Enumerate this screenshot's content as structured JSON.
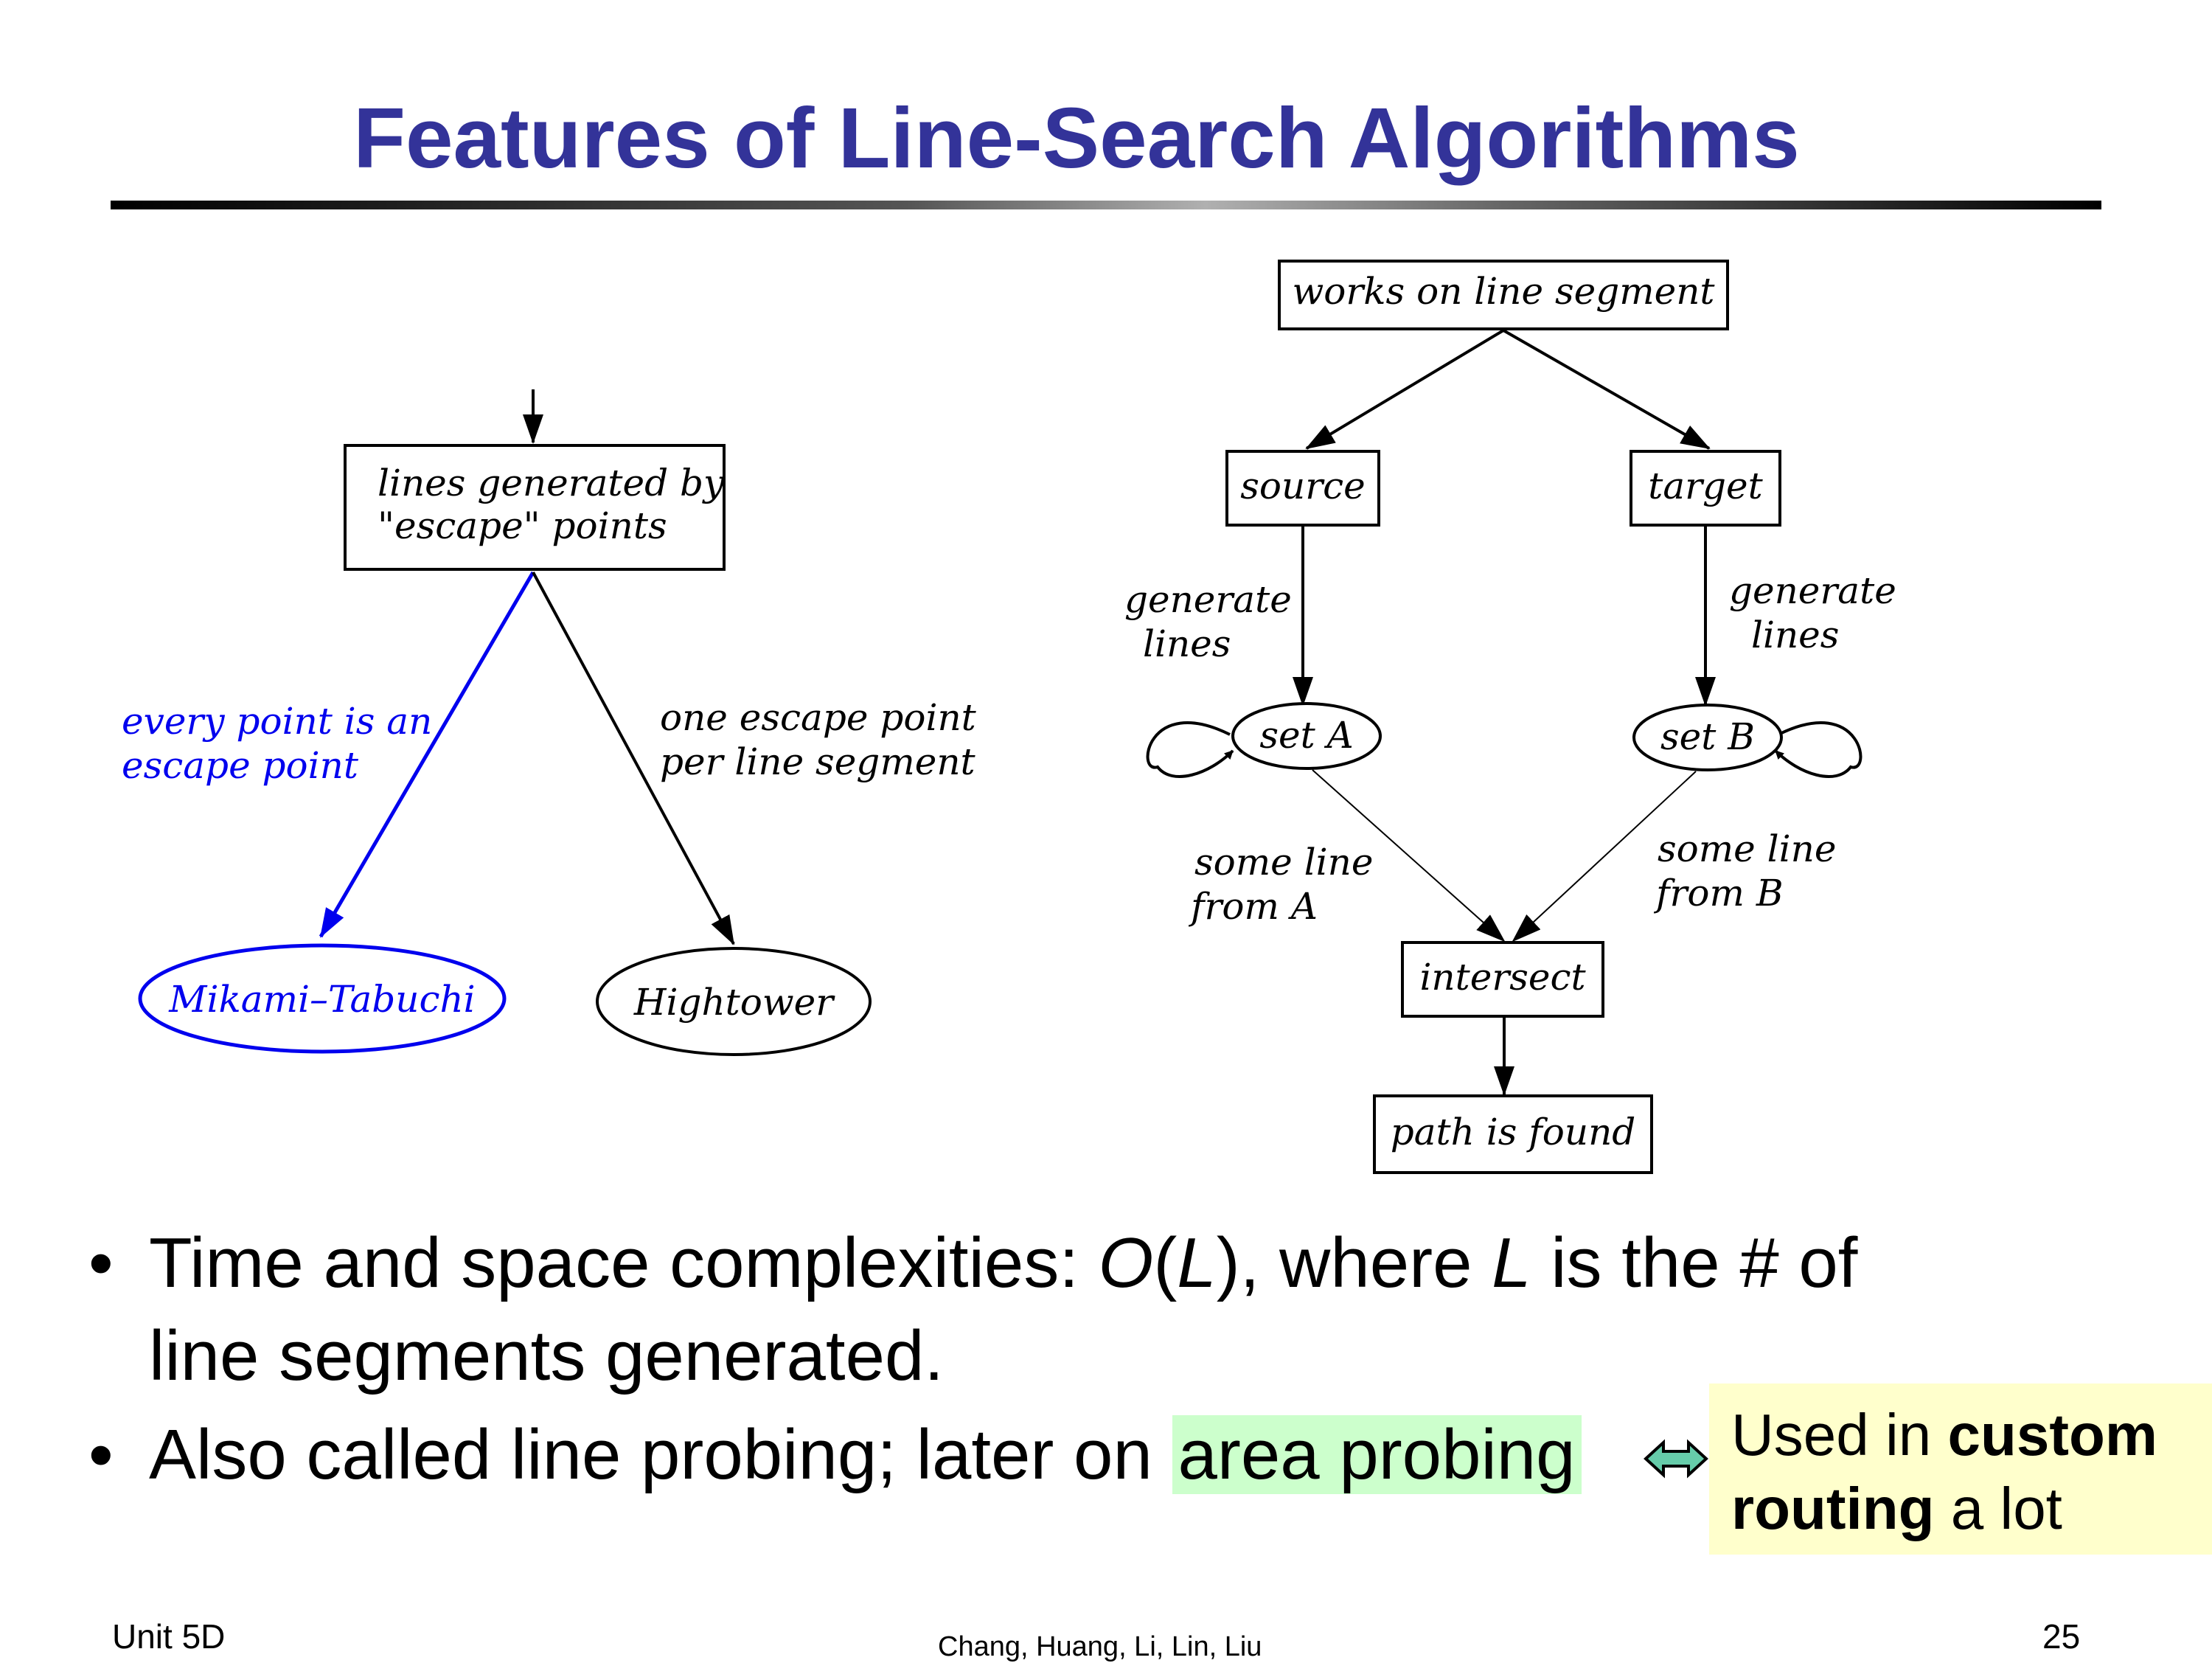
{
  "slide": {
    "title": "Features of Line-Search Algorithms"
  },
  "diagram_left": {
    "root_line1": "lines generated by",
    "root_line2": "\"escape\" points",
    "left_edge_line1": "every point is an",
    "left_edge_line2": "escape point",
    "right_edge_line1": "one escape point",
    "right_edge_line2": "per line segment",
    "left_leaf": "Mikami–Tabuchi",
    "right_leaf": "Hightower",
    "accent_color": "#0000ee"
  },
  "diagram_right": {
    "top": "works on line segment",
    "source": "source",
    "target": "target",
    "gen_left_line1": "generate",
    "gen_left_line2": "lines",
    "gen_right_line1": "generate",
    "gen_right_line2": "lines",
    "set_a": "set A",
    "set_b": "set B",
    "from_a_line1": "some line",
    "from_a_line2": "from A",
    "from_b_line1": "some line",
    "from_b_line2": "from B",
    "intersect": "intersect",
    "found": "path is found"
  },
  "bullets": {
    "b1_part1": "Time and space complexities: ",
    "b1_O": "O",
    "b1_paren_open": "(",
    "b1_L1": "L",
    "b1_part2": "), where ",
    "b1_L2": "L",
    "b1_part3": " is the # of",
    "b1_line2": "line segments generated.",
    "b2_part1": "Also called line probing; later on ",
    "b2_highlight": "area probing"
  },
  "callout": {
    "part1": "Used in ",
    "bold1": "custom",
    "bold2": "routing",
    "part2": " a lot"
  },
  "footer": {
    "unit": "Unit 5D",
    "authors": "Chang, Huang, Li, Lin, Liu",
    "page": "25"
  },
  "colors": {
    "title": "#333399",
    "highlight": "#ccffcc",
    "callout_bg": "#ffffcc",
    "arrow_fill": "#66ccaa"
  }
}
